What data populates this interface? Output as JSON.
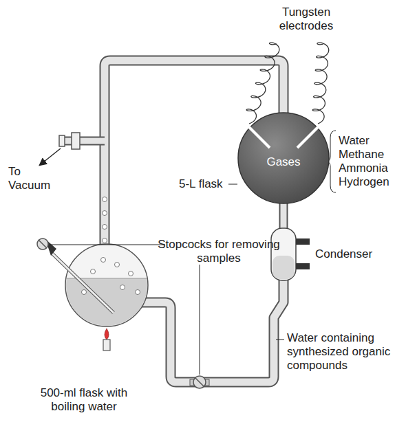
{
  "diagram": {
    "nodes": [
      {
        "text": [
          "Gases"
        ]
      }
    ],
    "labels": [
      "Tungsten electrodes",
      "To Vacuum",
      "5-L flask",
      "Water Methane Ammonia Hydrogen",
      "Stopcocks for removing samples",
      "Condenser",
      "Water containing synthesized organic compounds",
      "500-ml flask with boiling water"
    ]
  }
}
